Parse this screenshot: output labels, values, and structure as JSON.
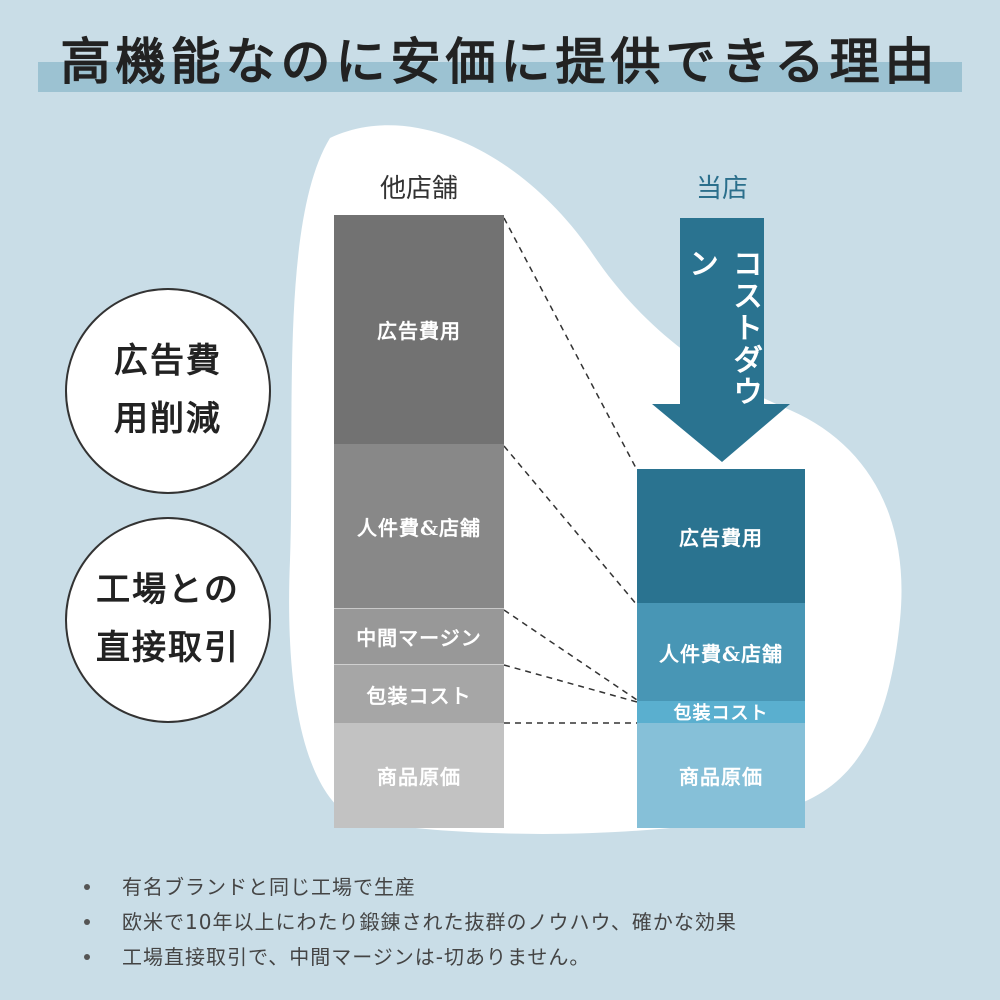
{
  "title": "高機能なのに安価に提供できる理由",
  "columns": {
    "other": {
      "label": "他店舗",
      "segments": [
        {
          "label": "広告費用",
          "color": "#727272"
        },
        {
          "label": "人件費&店舗",
          "color": "#888888"
        },
        {
          "label": "中間マージン",
          "color": "#989898"
        },
        {
          "label": "包装コスト",
          "color": "#a6a6a6"
        },
        {
          "label": "商品原価",
          "color": "#c2c2c2"
        }
      ]
    },
    "ours": {
      "label": "当店",
      "segments": [
        {
          "label": "広告費用",
          "color": "#2a7390"
        },
        {
          "label": "人件費&店舗",
          "color": "#4896b5"
        },
        {
          "label": "包装コスト",
          "color": "#5aafcf"
        },
        {
          "label": "商品原価",
          "color": "#86c0d8"
        }
      ]
    }
  },
  "arrow": {
    "label": "コストダウン",
    "color": "#2a7390"
  },
  "circles": {
    "ad": {
      "line1": "広告費",
      "line2": "用削減"
    },
    "direct": {
      "line1": "工場との",
      "line2": "直接取引"
    }
  },
  "bullets": [
    "有名ブランドと同じ工場で生産",
    "欧米で10年以上にわたり鍛錬された抜群のノウハウ、確かな効果",
    "工場直接取引で、中間マージンは-切ありません。"
  ],
  "colors": {
    "background": "#c9dde7",
    "accent": "#2a7390",
    "title_band": "#9cc2d2"
  }
}
